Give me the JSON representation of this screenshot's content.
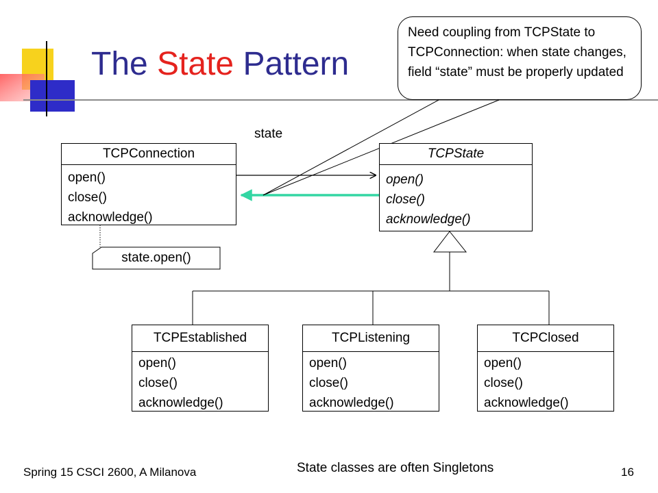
{
  "slide": {
    "title_part1": "The ",
    "title_accent": "State",
    "title_part2": " Pattern",
    "callout_text": "Need coupling from TCPState to TCPConnection: when state changes, field “state” must be properly updated",
    "association_label": "state",
    "note_text": "state.open()",
    "footer_left": "Spring 15 CSCI 2600, A Milanova",
    "footer_center": "State classes are often Singletons",
    "page_number": "16",
    "accent_colors": {
      "title": "#2e2c8f",
      "title_accent": "#e5231e",
      "arrow": "#33d6a3"
    }
  },
  "classes": {
    "connection": {
      "name": "TCPConnection",
      "ops": [
        "open()",
        "close()",
        "acknowledge()"
      ]
    },
    "state": {
      "name": "TCPState",
      "ops": [
        "open()",
        "close()",
        "acknowledge()"
      ]
    },
    "established": {
      "name": "TCPEstablished",
      "ops": [
        "open()",
        "close()",
        "acknowledge()"
      ]
    },
    "listening": {
      "name": "TCPListening",
      "ops": [
        "open()",
        "close()",
        "acknowledge()"
      ]
    },
    "closed": {
      "name": "TCPClosed",
      "ops": [
        "open()",
        "close()",
        "acknowledge()"
      ]
    }
  }
}
